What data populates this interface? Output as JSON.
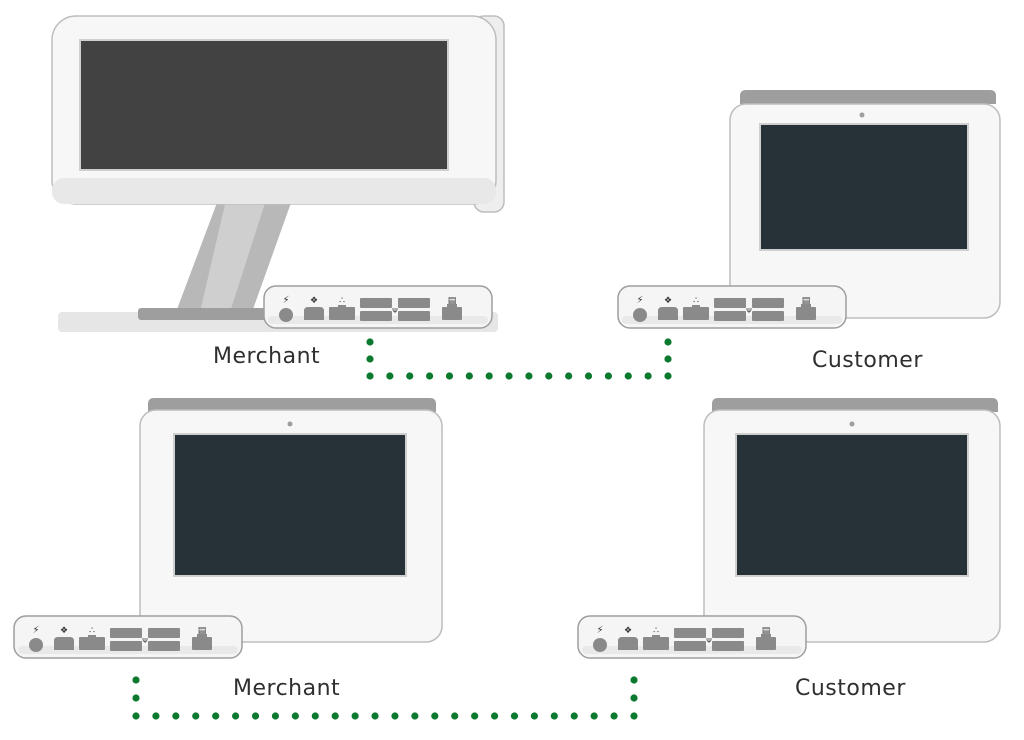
{
  "setups": [
    {
      "merchant_device": "merchant-display-on-stand",
      "customer_device": "customer-display",
      "merchant_label": "Merchant",
      "customer_label": "Customer"
    },
    {
      "merchant_device": "customer-display",
      "customer_device": "customer-display",
      "merchant_label": "Merchant",
      "customer_label": "Customer"
    }
  ],
  "hub_ports": [
    "power-icon",
    "fan-icon",
    "network-icon",
    "usb-icon",
    "display-icon"
  ],
  "connection": {
    "style": "dotted",
    "color": "#0c7a2e"
  },
  "colors": {
    "screen_dark": "#263238",
    "screen_gray": "#424242",
    "bezel": "#f7f7f7",
    "outline": "#bdbdbd",
    "top_bar": "#9e9e9e",
    "port": "#8a8a8a"
  }
}
